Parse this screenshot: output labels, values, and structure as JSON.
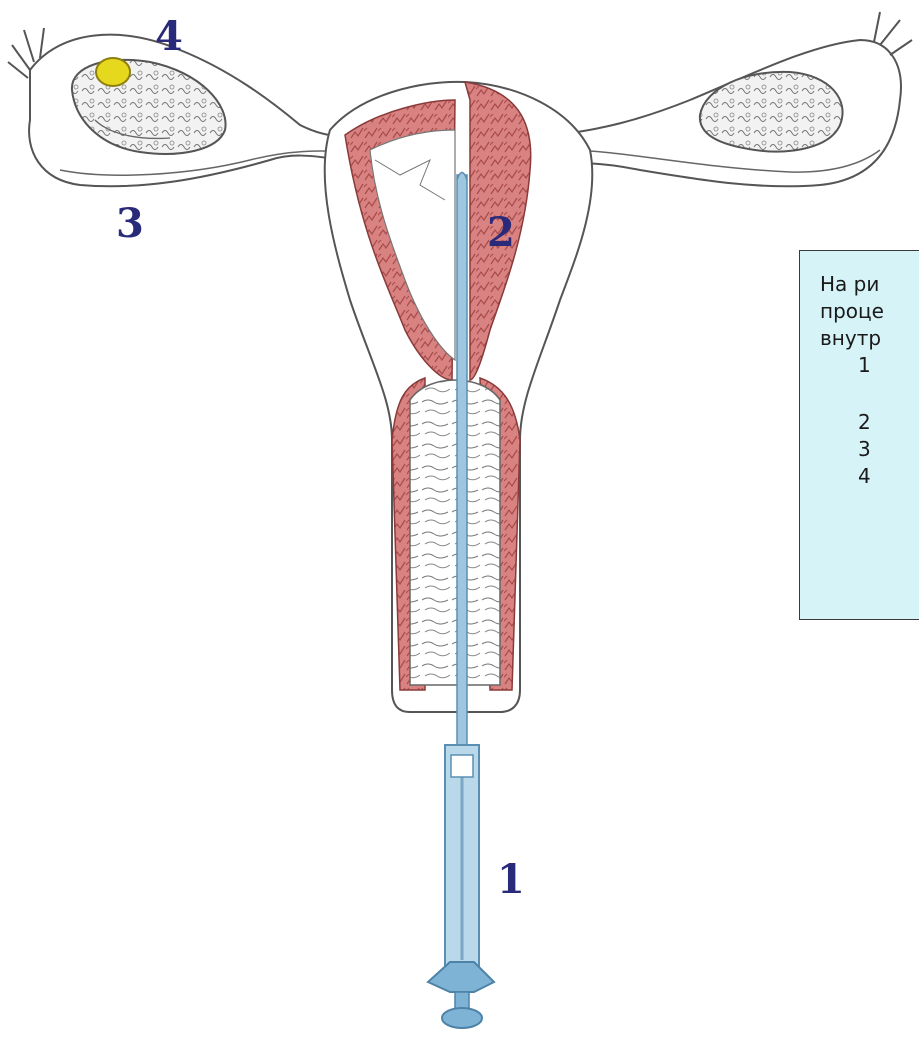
{
  "labels": {
    "catheter": "1",
    "uterus": "2",
    "tube": "3",
    "ovary": "4"
  },
  "info_box": {
    "line1": "На ри",
    "line2": "проце",
    "line3": "внутр",
    "item1": "1",
    "item2": "2",
    "item3": "3",
    "item4": "4"
  },
  "colors": {
    "muscle": "#d98282",
    "muscle_dark": "#b35454",
    "outline": "#555555",
    "catheter": "#9ec6df",
    "catheter_dark": "#5b8fb2",
    "follicle": "#e6d81c",
    "label": "#2a2a7a",
    "box_bg": "#d6f3f8"
  }
}
